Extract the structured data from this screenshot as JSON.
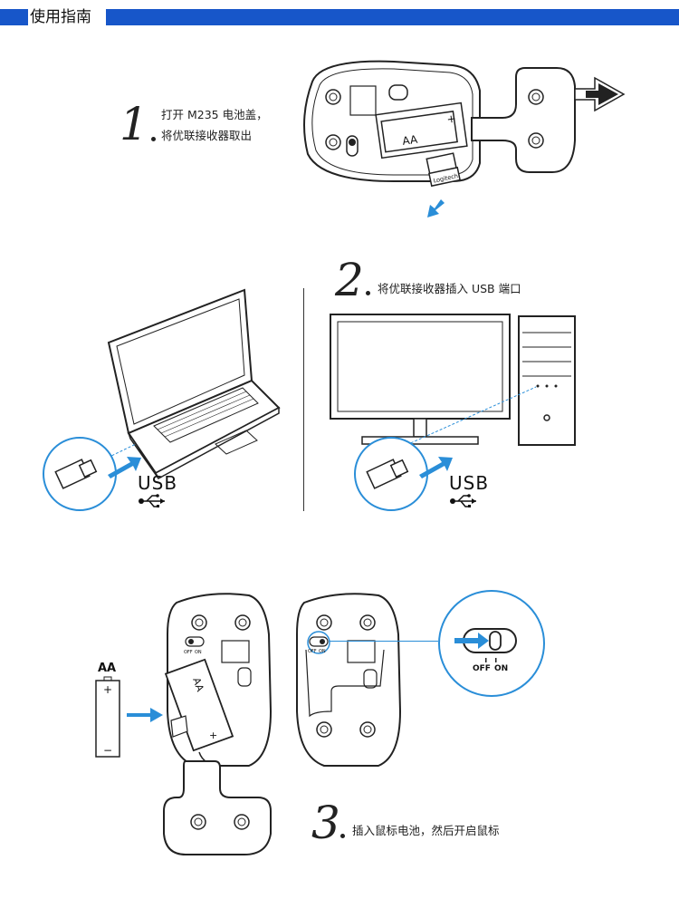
{
  "header": {
    "title": "使用指南",
    "accent_color": "#1756c9"
  },
  "steps": [
    {
      "number": "1",
      "line1": "打开 M235 电池盖，",
      "line2": "将优联接收器取出"
    },
    {
      "number": "2",
      "line1": "将优联接收器插入 USB 端口"
    },
    {
      "number": "3",
      "line1": "插入鼠标电池，然后开启鼠标"
    }
  ],
  "labels": {
    "battery_aa": "AA",
    "battery_plus": "+",
    "battery_minus": "−",
    "logitech": "Logitech",
    "usb": "USB",
    "off": "OFF",
    "on": "ON"
  },
  "colors": {
    "arrow_blue": "#2a8ed8",
    "line": "#222222"
  }
}
